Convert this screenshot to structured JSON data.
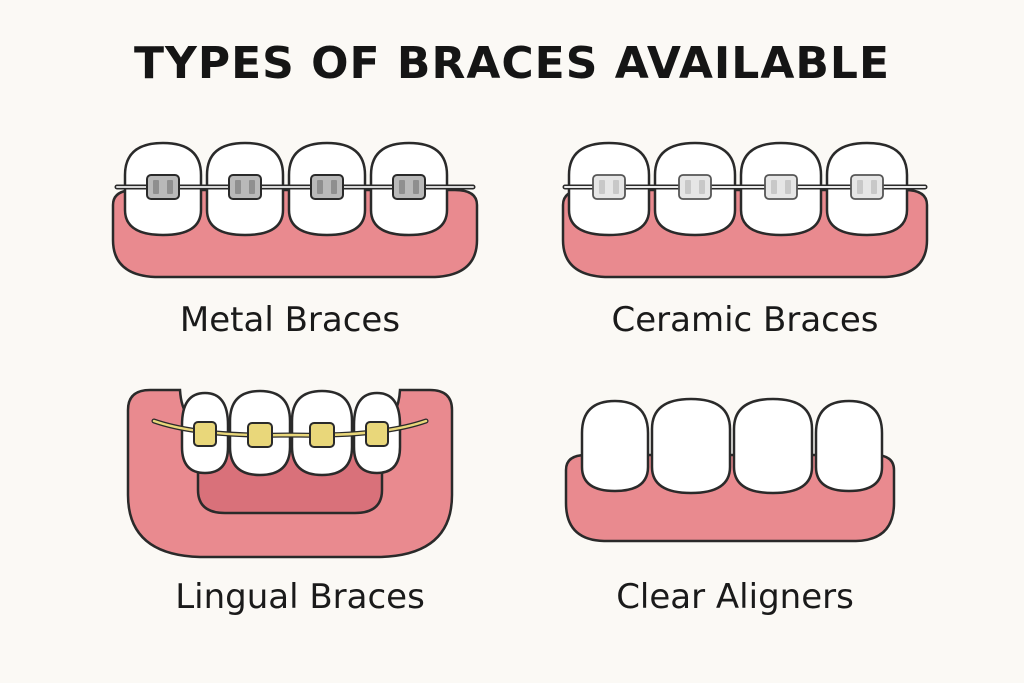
{
  "title": "TYPES OF BRACES AVAILABLE",
  "items": [
    {
      "label": "Metal Braces",
      "bracket_color": "#b9b9b9",
      "wire_color": "#9a9a9a"
    },
    {
      "label": "Ceramic Braces",
      "bracket_color": "#e6e6e6",
      "wire_color": "#b5b5b5"
    },
    {
      "label": "Lingual Braces",
      "bracket_color": "#e9d77a",
      "wire_color": "#c9b25b"
    },
    {
      "label": "Clear Aligners"
    }
  ],
  "colors": {
    "gum": "#e98a8f",
    "gum_dark": "#d9717a",
    "tooth": "#ffffff",
    "outline": "#2a2a2a"
  }
}
